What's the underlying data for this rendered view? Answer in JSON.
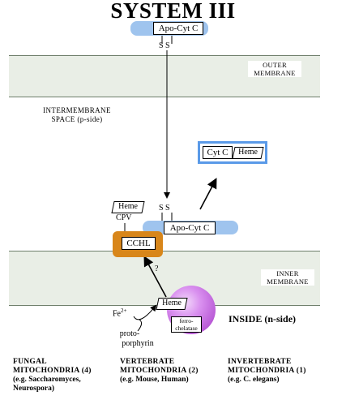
{
  "title": "SYSTEM III",
  "apo_cyt_c_top": "Apo-Cyt C",
  "ss_top": "S S",
  "outer_membrane": [
    "OUTER",
    "MEMBRANE"
  ],
  "intermembrane_space": [
    "INTERMEMBRANE",
    "SPACE (p-side)"
  ],
  "cyt_c": "Cyt C",
  "heme_cyt": "Heme",
  "heme_ccpv": "Heme",
  "cpv": "CPV",
  "ss_bottom": "S S",
  "apo_cyt_c_bottom": "Apo-Cyt C",
  "cchl": "CCHL",
  "question": "?",
  "inner_membrane": [
    "INNER",
    "MEMBRANE"
  ],
  "heme_ferro": "Heme",
  "ferrochelatase": [
    "ferro-",
    "chelatase"
  ],
  "fe2": "Fe",
  "fe2_sup": "2+",
  "protoporphyrin": [
    "proto-",
    "porphyrin"
  ],
  "inside": "INSIDE (n-side)",
  "footer": [
    {
      "lines": [
        "FUNGAL",
        "MITOCHONDRIA (4)"
      ],
      "note": [
        "(e.g. Saccharomyces,",
        "Neurospora)"
      ]
    },
    {
      "lines": [
        "VERTEBRATE",
        "MITOCHONDRIA (2)"
      ],
      "note": [
        "(e.g. Mouse, Human)"
      ]
    },
    {
      "lines": [
        "INVERTEBRATE",
        "MITOCHONDRIA (1)"
      ],
      "note": [
        "(e.g. C. elegans)"
      ]
    }
  ],
  "colors": {
    "membrane": "#e9eee6",
    "apo_pill": "#9fc4ee",
    "cytc_frame": "#5a9ae8",
    "cchl": "#d8861a",
    "ferrochelatase": "#b95ad6"
  }
}
